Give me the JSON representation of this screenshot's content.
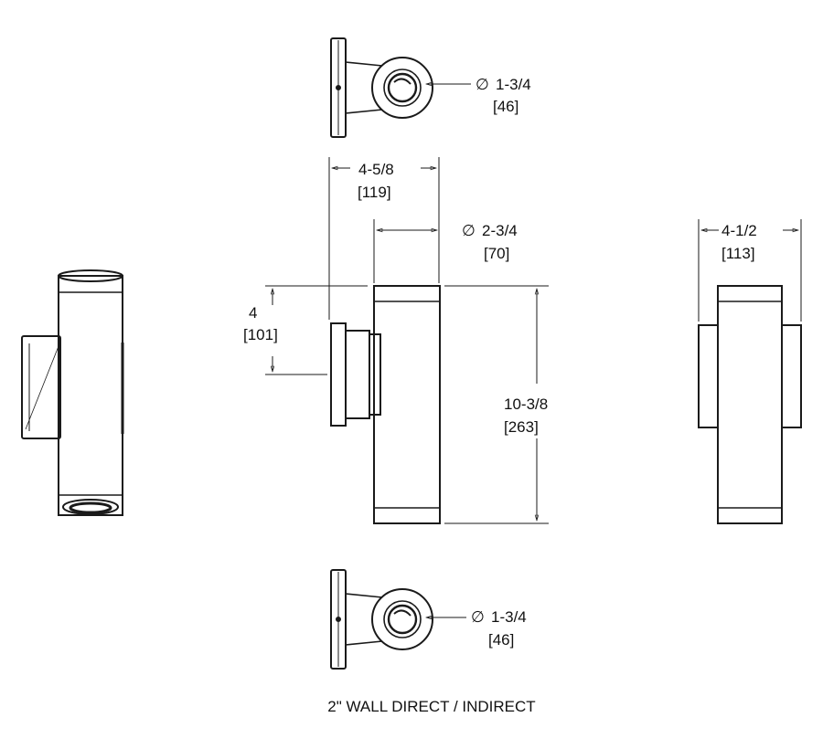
{
  "title": "2\" WALL DIRECT / INDIRECT",
  "colors": {
    "line": "#1a1a1a",
    "background": "#ffffff"
  },
  "dimensions": {
    "top_dia": {
      "symbol": "∅",
      "imperial": "1-3/4",
      "metric": "[46]"
    },
    "bracket_width": {
      "imperial": "4-5/8",
      "metric": "[119]"
    },
    "body_dia": {
      "symbol": "∅",
      "imperial": "2-3/4",
      "metric": "[70]"
    },
    "backplate": {
      "imperial": "4",
      "metric": "[101]"
    },
    "height": {
      "imperial": "10-3/8",
      "metric": "[263]"
    },
    "rear_width": {
      "imperial": "4-1/2",
      "metric": "[113]"
    },
    "bottom_dia": {
      "symbol": "∅",
      "imperial": "1-3/4",
      "metric": "[46]"
    }
  }
}
